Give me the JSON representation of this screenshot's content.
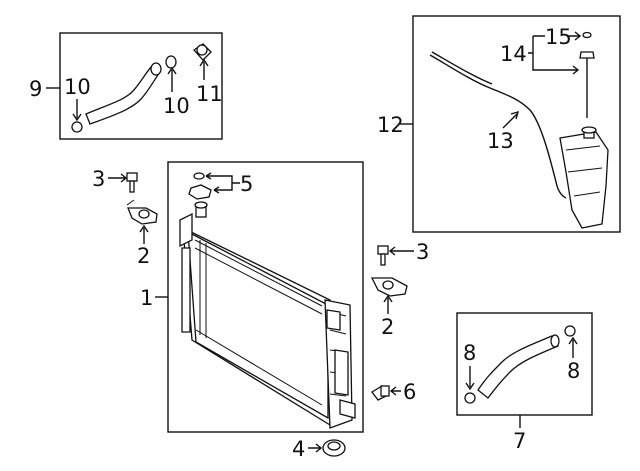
{
  "diagram": {
    "callouts": {
      "c1": "1",
      "c2a": "2",
      "c2b": "2",
      "c3a": "3",
      "c3b": "3",
      "c4": "4",
      "c5": "5",
      "c6": "6",
      "c7": "7",
      "c8a": "8",
      "c8b": "8",
      "c9": "9",
      "c10a": "10",
      "c10b": "10",
      "c11": "11",
      "c12": "12",
      "c13": "13",
      "c14": "14",
      "c15": "15"
    },
    "icons": {
      "radiator": "radiator-assembly-icon",
      "bracket": "mounting-bracket-icon",
      "bolt": "bolt-icon",
      "plug": "drain-plug-icon",
      "cap": "radiator-cap-icon",
      "valve": "drain-valve-icon",
      "hose": "coolant-hose-icon",
      "clamp": "hose-clamp-icon",
      "reservoir": "coolant-reservoir-icon",
      "dipstick": "level-gauge-icon"
    }
  }
}
